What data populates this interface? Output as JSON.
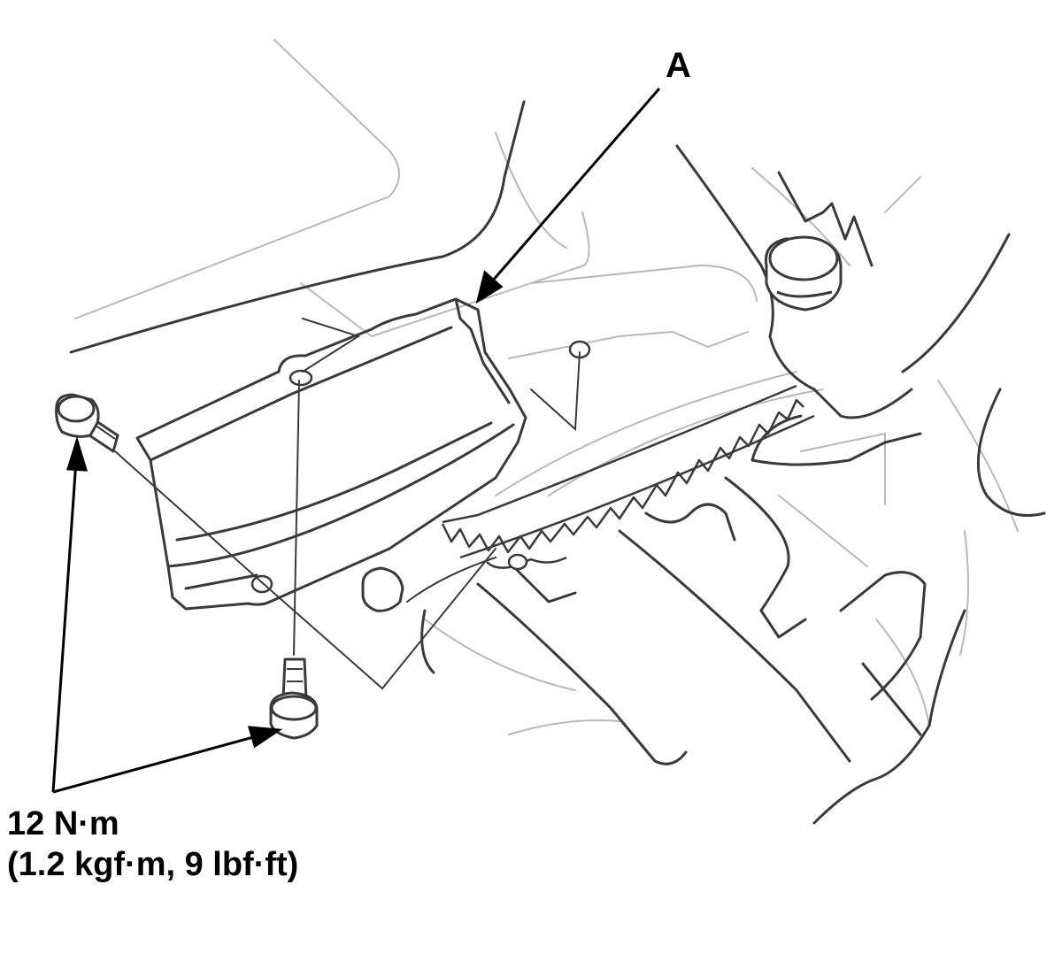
{
  "callout": {
    "letter": "A"
  },
  "torque_spec": {
    "line1": "12 N·m",
    "line2": "(1.2 kgf·m, 9 lbf·ft)"
  },
  "colors": {
    "line": "#3a3a3a",
    "light_line": "#b8b8b8",
    "text": "#000000"
  }
}
